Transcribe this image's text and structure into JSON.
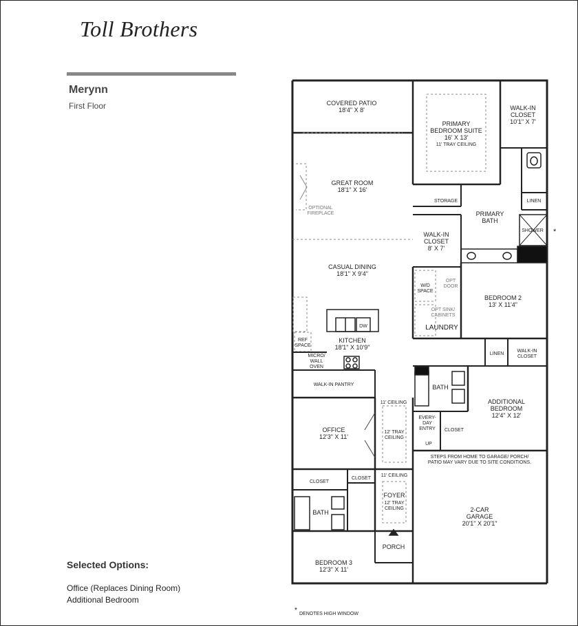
{
  "brand": {
    "name": "Toll Brothers"
  },
  "plan": {
    "name": "Merynn",
    "floor": "First Floor"
  },
  "options": {
    "heading": "Selected Options:",
    "items": [
      "Office (Replaces Dining Room)",
      "Additional Bedroom"
    ]
  },
  "rooms": {
    "covered_patio": {
      "name": "COVERED PATIO",
      "dims": "18'4\" X 8'"
    },
    "primary_suite": {
      "name1": "PRIMARY",
      "name2": "BEDROOM SUITE",
      "dims": "16' X 13'",
      "note": "11' TRAY CEILING"
    },
    "walkin_closet_primary": {
      "name1": "WALK-IN",
      "name2": "CLOSET",
      "dims": "10'1\" X 7'"
    },
    "great_room": {
      "name": "GREAT ROOM",
      "dims": "18'1\" X 16'"
    },
    "optional_fireplace": {
      "line1": "OPTIONAL",
      "line2": "FIREPLACE"
    },
    "storage": {
      "name": "STORAGE"
    },
    "linen_primary": {
      "name": "LINEN"
    },
    "primary_bath": {
      "name1": "PRIMARY",
      "name2": "BATH"
    },
    "shower": {
      "name": "SHOWER"
    },
    "walkin_closet_2": {
      "name1": "WALK-IN",
      "name2": "CLOSET",
      "dims": "8' X 7'"
    },
    "casual_dining": {
      "name": "CASUAL DINING",
      "dims": "18'1\" X 9'4\""
    },
    "wd_space": {
      "line1": "W/D",
      "line2": "SPACE"
    },
    "opt_door": {
      "line1": "OPT",
      "line2": "DOOR"
    },
    "opt_sink": {
      "line1": "OPT SINK/",
      "line2": "CABINETS"
    },
    "laundry": {
      "name": "LAUNDRY"
    },
    "bedroom2": {
      "name": "BEDROOM 2",
      "dims": "13' X 11'4\""
    },
    "dw": {
      "name": "DW"
    },
    "ref_space": {
      "line1": "REF",
      "line2": "SPACE"
    },
    "kitchen": {
      "name": "KITCHEN",
      "dims": "18'1\" X 10'9\""
    },
    "micro_wall_oven": {
      "line1": "MICRO/",
      "line2": "WALL",
      "line3": "OVEN"
    },
    "linen_mid": {
      "name": "LINEN"
    },
    "walkin_closet_3": {
      "name1": "WALK-IN",
      "name2": "CLOSET"
    },
    "walkin_pantry": {
      "name": "WALK-IN PANTRY"
    },
    "bath_mid": {
      "name": "BATH"
    },
    "additional_bedroom": {
      "name1": "ADDITIONAL",
      "name2": "BEDROOM",
      "dims": "12'4\" X 12'"
    },
    "ceiling_11_top": {
      "name": "11' CEILING"
    },
    "everyday_entry": {
      "line1": "EVERY-",
      "line2": "DAY",
      "line3": "ENTRY",
      "up": "UP"
    },
    "closet_addl": {
      "name": "CLOSET"
    },
    "office": {
      "name": "OFFICE",
      "dims": "12'3\" X 11'"
    },
    "tray_ceiling_office": {
      "line1": "12' TRAY",
      "line2": "CEILING"
    },
    "garage_note": {
      "line1": "STEPS FROM HOME TO GARAGE/ PORCH/",
      "line2": "PATIO MAY VARY DUE TO SITE CONDITIONS."
    },
    "closet_left": {
      "name": "CLOSET"
    },
    "closet_right": {
      "name": "CLOSET"
    },
    "ceiling_11_foyer": {
      "name": "11' CEILING"
    },
    "foyer": {
      "name": "FOYER",
      "line1": "12' TRAY",
      "line2": "CEILING"
    },
    "bath_lower": {
      "name": "BATH"
    },
    "garage": {
      "name": "2-CAR",
      "name2": "GARAGE",
      "dims": "20'1\" X 20'1\""
    },
    "porch": {
      "name": "PORCH"
    },
    "bedroom3": {
      "name": "BEDROOM 3",
      "dims": "12'3\" X 11'"
    },
    "high_window": {
      "star": "*",
      "note": "DENOTES HIGH WINDOW"
    }
  }
}
